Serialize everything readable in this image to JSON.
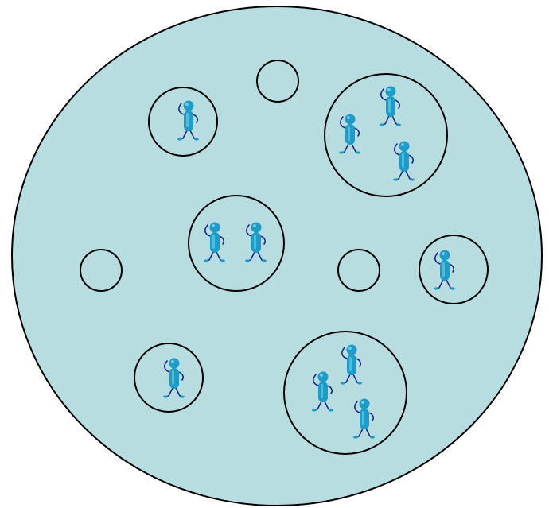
{
  "colors": {
    "background": "#ffffff",
    "universe_fill": "#b8dde0",
    "outline": "#000000",
    "figure_body": "#1f9bc7",
    "figure_limbs": "#1b2a8a"
  },
  "icons": {
    "person": "person-icon"
  },
  "diagram": {
    "groups": [
      {
        "id": "group-a",
        "members": 1
      },
      {
        "id": "group-b",
        "members": 0
      },
      {
        "id": "group-c",
        "members": 3
      },
      {
        "id": "group-d",
        "members": 2
      },
      {
        "id": "group-e",
        "members": 0
      },
      {
        "id": "group-f",
        "members": 0
      },
      {
        "id": "group-g",
        "members": 1
      },
      {
        "id": "group-h",
        "members": 1
      },
      {
        "id": "group-i",
        "members": 3
      }
    ]
  }
}
